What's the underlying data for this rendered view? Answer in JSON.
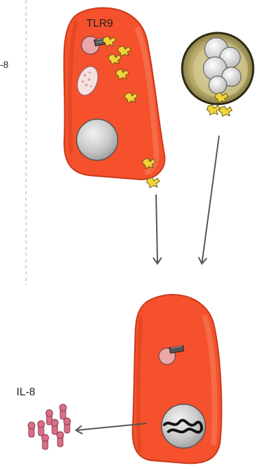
{
  "labels": {
    "left_cut": "-8",
    "receptor": "TLR9",
    "cytokine": "IL-8"
  },
  "colors": {
    "cell_fill": "#f4512c",
    "cell_edge": "#c93a1c",
    "cell_highlight": "#f7825f",
    "nucleus": "#c8c8c8",
    "vesicle": "#e9a7a7",
    "ligand": "#f0d43a",
    "bacterium_ring": "#a59a5e",
    "arrow": "#555555",
    "il8_molecule": "#d96f86",
    "divider": "#bcbcbc"
  },
  "icons": {
    "receptor_icon": "tlr9-receptor-icon",
    "ligand_icon": "cpg-dna-icon",
    "dna_icon": "chromatin-icon",
    "cytokine_icon": "il8-molecule-icon"
  }
}
